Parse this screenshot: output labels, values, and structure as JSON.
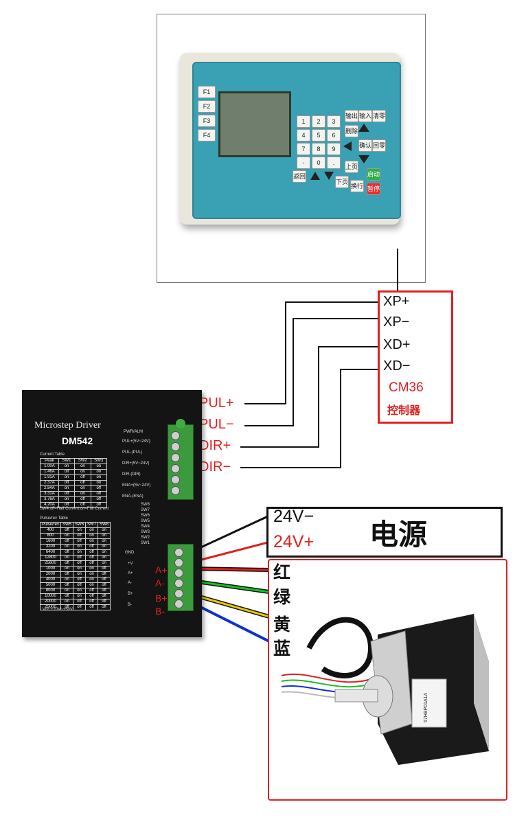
{
  "controller": {
    "fkeys": [
      "F1",
      "F2",
      "F3",
      "F4"
    ],
    "keypad": [
      "1",
      "2",
      "3",
      "4",
      "5",
      "6",
      "7",
      "8",
      "9",
      "-",
      "0",
      "."
    ],
    "func_keys": [
      "输出",
      "输入",
      "清零",
      "删除",
      "确认",
      "回零",
      "上页",
      "启动",
      "下页",
      "暂停",
      "返回",
      "换行"
    ]
  },
  "cm36": {
    "pins": [
      "XP+",
      "XP−",
      "XD+",
      "XD−"
    ],
    "model": "CM36",
    "caption": "控制器"
  },
  "driver": {
    "title": "Microstep Driver",
    "model": "DM542",
    "current_table_title": "Current Table",
    "current_table_header": [
      "Peak",
      "SW1",
      "SW2",
      "SW3"
    ],
    "current_table_rows": [
      [
        "1.00A",
        "on",
        "on",
        "on"
      ],
      [
        "1.46A",
        "off",
        "on",
        "on"
      ],
      [
        "1.91A",
        "on",
        "off",
        "on"
      ],
      [
        "2.37A",
        "off",
        "off",
        "on"
      ],
      [
        "2.84A",
        "on",
        "on",
        "off"
      ],
      [
        "3.31A",
        "off",
        "on",
        "off"
      ],
      [
        "3.76A",
        "on",
        "off",
        "off"
      ],
      [
        "4.20A",
        "off",
        "off",
        "off"
      ]
    ],
    "sw4_note": "SW4:off=Half Current;on=Full Current",
    "pulse_table_title": "Pulse/rev Table",
    "pulse_table_header": [
      "Pulse/rev",
      "SW5",
      "SW6",
      "SW7",
      "SW8"
    ],
    "pulse_table_rows": [
      [
        "400",
        "off",
        "on",
        "on",
        "on"
      ],
      [
        "800",
        "on",
        "off",
        "on",
        "on"
      ],
      [
        "1600",
        "off",
        "off",
        "on",
        "on"
      ],
      [
        "3200",
        "on",
        "on",
        "off",
        "on"
      ],
      [
        "6400",
        "off",
        "on",
        "off",
        "on"
      ],
      [
        "12800",
        "on",
        "off",
        "off",
        "on"
      ],
      [
        "25600",
        "off",
        "off",
        "off",
        "on"
      ],
      [
        "1000",
        "on",
        "on",
        "on",
        "off"
      ],
      [
        "2000",
        "off",
        "on",
        "on",
        "off"
      ],
      [
        "4000",
        "on",
        "off",
        "on",
        "off"
      ],
      [
        "5000",
        "off",
        "off",
        "on",
        "off"
      ],
      [
        "8000",
        "on",
        "on",
        "off",
        "off"
      ],
      [
        "10000",
        "off",
        "on",
        "off",
        "off"
      ],
      [
        "20000",
        "on",
        "off",
        "off",
        "off"
      ],
      [
        "25000",
        "off",
        "off",
        "off",
        "off"
      ]
    ],
    "vdc_note": "Vdc:+20V~+50V",
    "signal_labels": [
      "PWR/ALM",
      "PUL+(5V~24V)",
      "PUL-(PUL)",
      "DIR+(5V~24V)",
      "DIR-(DIR)",
      "ENA+(5V~24V)",
      "ENA-(ENA)"
    ],
    "sw_labels": [
      "SW8",
      "SW7",
      "SW6",
      "SW5",
      "SW4",
      "SW3",
      "SW2",
      "SW1"
    ],
    "power_labels": [
      "GND",
      "+V",
      "A+",
      "A-",
      "B+",
      "B-"
    ]
  },
  "driver_inputs": [
    "PUL+",
    "PUL−",
    "DIR+",
    "DIR−"
  ],
  "motor_terminals": [
    "A+",
    "A-",
    "B+",
    "B-"
  ],
  "power": {
    "title": "电源",
    "minus": "24V−",
    "plus": "24V+"
  },
  "wire_colors": [
    "红",
    "绿",
    "黄",
    "蓝"
  ],
  "motor": {
    "label": "57HBP01A1A",
    "colors": {
      "red": "#e02020",
      "green": "#18c020",
      "yellow": "#e8c800",
      "blue": "#1030d0"
    }
  }
}
